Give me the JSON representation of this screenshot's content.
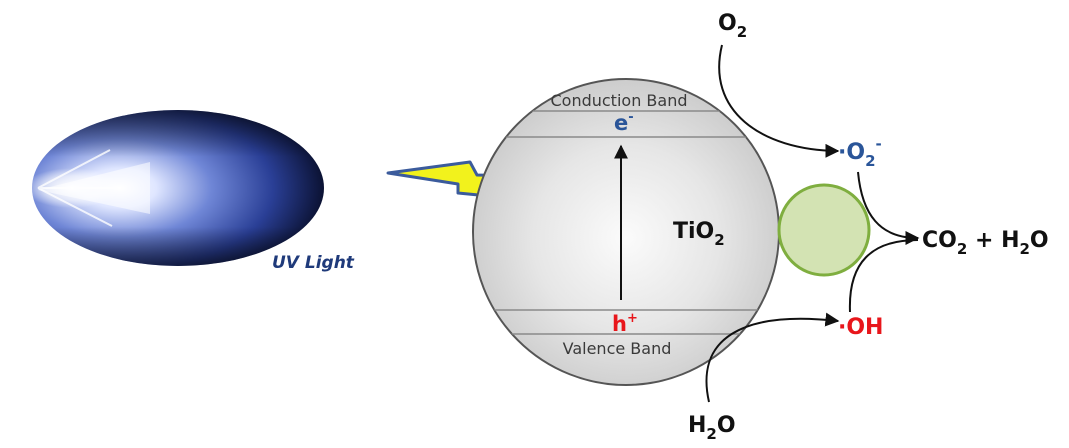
{
  "diagram": {
    "uv_label": "UV Light",
    "conduction_band": "Conduction Band",
    "valence_band": "Valence Band",
    "electron": {
      "base": "e",
      "sup": "-"
    },
    "hole": {
      "base": "h",
      "sup": "+"
    },
    "catalyst": {
      "base": "TiO",
      "sub": "2"
    },
    "oxygen": {
      "base": "O",
      "sub": "2"
    },
    "water": {
      "pre": "H",
      "sub": "2",
      "post": "O"
    },
    "superoxide": {
      "pre": "·O",
      "sub": "2",
      "sup": "-"
    },
    "hydroxyl": {
      "text": "·OH"
    },
    "products": {
      "a": "CO",
      "a_sub": "2",
      "plus": " + ",
      "b": "H",
      "b_sub": "2",
      "b_post": "O"
    }
  },
  "colors": {
    "uv_label": "#1f3a7a",
    "electron": "#2a5599",
    "hole": "#e8161b",
    "superoxide": "#2a5599",
    "hydroxyl": "#e8161b",
    "particle_fill": "#d3e3b3",
    "particle_stroke": "#7fae3f",
    "lightning_fill": "#f2f21c",
    "lightning_stroke": "#3b5b9c"
  }
}
